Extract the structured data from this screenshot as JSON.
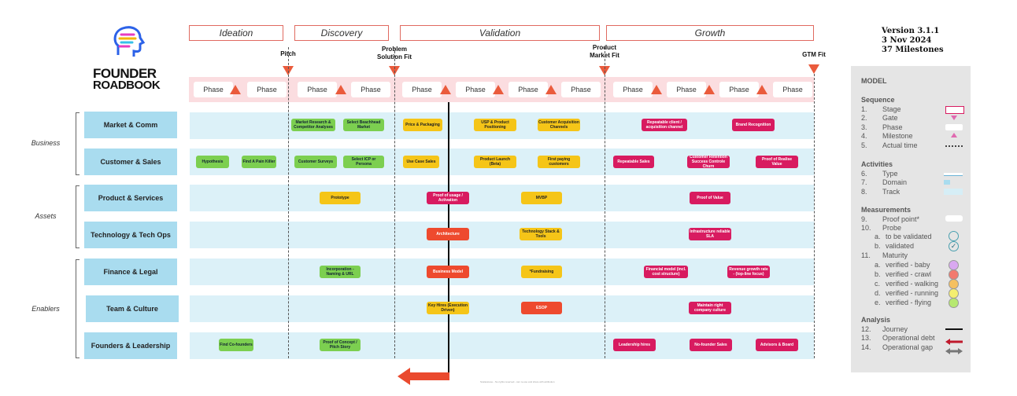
{
  "logo": {
    "line1": "FOUNDER",
    "line2": "ROADBOOK"
  },
  "version": {
    "line1": "Version 3.1.1",
    "line2": "3 Nov 2024",
    "line3": "37 Milestones"
  },
  "stages": [
    "Ideation",
    "Discovery",
    "Validation",
    "Growth"
  ],
  "gates": [
    "Pitch",
    "Problem Solution Fit",
    "Product Market Fit",
    "GTM Fit"
  ],
  "phase_label": "Phase",
  "types": [
    "Business",
    "Assets",
    "Enablers"
  ],
  "domains": [
    "Market & Comm",
    "Customer & Sales",
    "Product & Services",
    "Technology & Tech Ops",
    "Finance & Legal",
    "Team & Culture",
    "Founders & Leadership"
  ],
  "milestones": {
    "mr": "Market Research & Competitor Analyses",
    "sbm": "Select Beachhead Market",
    "pp": "Price & Packaging",
    "usp": "USP & Product Positioning",
    "cac": "Customer Acquisition Channels",
    "rca": "Repeatable client / acquisition channel",
    "br": "Brand Recognition",
    "hyp": "Hypothesis",
    "fpk": "Find A Pain Killer",
    "cs": "Customer Surveys",
    "icp": "Select ICP or Persona",
    "ucs": "Use Case Sales",
    "plb": "Product Launch (Beta)",
    "fpc": "First paying customers",
    "rs": "Repeatable Sales",
    "crs": "Customer Retention Success Controle Churn",
    "prv": "Proof of Realise Value",
    "proto": "Prototype",
    "pua": "Proof of usage / Activation",
    "mvbp": "MVBP",
    "pov": "Proof of Value",
    "arch": "Architecture",
    "tst": "Technology Stack & Tools",
    "irs": "Infrastructure reliable SLA",
    "inc": "Incorporation - Naming & URL",
    "bm": "Business Model",
    "fund": "*Fundraising",
    "fm": "Financial model (incl. cost structure)",
    "rgr": "Revenue growth rate - (top-line focus)",
    "kh": "Key Hires (Execution Driven)",
    "esop": "ESOP",
    "mrc": "Maintain right company culture",
    "fcf": "Find Co-founders",
    "poc": "Proof of Concept / Pitch Story",
    "lh": "Leadership hires",
    "nfs": "No-founder Sales",
    "ab": "Advisors & Board"
  },
  "legend": {
    "title": "MODEL",
    "sequence": {
      "title": "Sequence",
      "items": [
        "Stage",
        "Gate",
        "Phase",
        "Milestone",
        "Actual time"
      ]
    },
    "activities": {
      "title": "Activities",
      "items": [
        "Type",
        "Domain",
        "Track"
      ]
    },
    "measurements": {
      "title": "Measurements",
      "proof": "Proof point*",
      "probe": "Probe",
      "probe_items": [
        "to be validated",
        "validated"
      ],
      "maturity": "Maturity",
      "maturity_items": [
        "verified - baby",
        "verified - crawl",
        "verified - walking",
        "verified - running",
        "verified - flying"
      ]
    },
    "analysis": {
      "title": "Analysis",
      "items": [
        "Journey",
        "Operational debt",
        "Operational gap"
      ]
    }
  },
  "colors": {
    "accent": "#ea5b3c",
    "track": "#dcf1f8",
    "domain": "#a9dcef",
    "green": "#7ccf50",
    "yellow": "#f5c518",
    "magenta": "#d81b60",
    "red": "#ee4a2e"
  },
  "footnote": "ScaleHouse - No rights reserved - can re-use and share with attribution"
}
